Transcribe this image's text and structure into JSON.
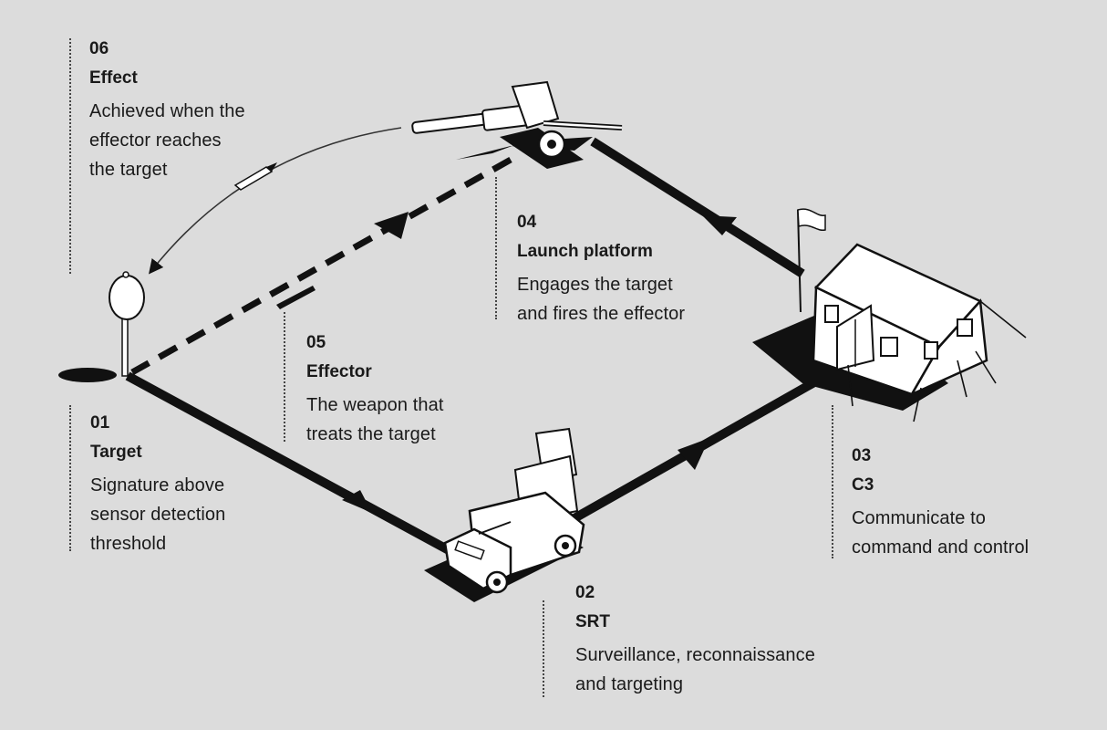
{
  "steps": [
    {
      "id": "06",
      "num": "06",
      "title": "Effect",
      "lines": [
        "Achieved when the",
        "effector reaches",
        "the target"
      ]
    },
    {
      "id": "04",
      "num": "04",
      "title": "Launch platform",
      "lines": [
        "Engages the target",
        "and fires the effector"
      ]
    },
    {
      "id": "05",
      "num": "05",
      "title": "Effector",
      "lines": [
        "The weapon that",
        "treats the target"
      ]
    },
    {
      "id": "01",
      "num": "01",
      "title": "Target",
      "lines": [
        "Signature above",
        "sensor detection",
        "threshold"
      ]
    },
    {
      "id": "03",
      "num": "03",
      "title": "C3",
      "lines": [
        "Communicate to",
        "command and control"
      ]
    },
    {
      "id": "02",
      "num": "02",
      "title": "SRT",
      "lines": [
        "Surveillance, reconnaissance",
        "and targeting"
      ]
    }
  ],
  "colors": {
    "background": "#dcdcdc",
    "ink": "#111111",
    "paper": "#ffffff"
  },
  "icons": [
    "artillery-gun-icon",
    "command-tent-icon",
    "armored-vehicle-icon",
    "target-sign-icon",
    "projectile-icon"
  ]
}
